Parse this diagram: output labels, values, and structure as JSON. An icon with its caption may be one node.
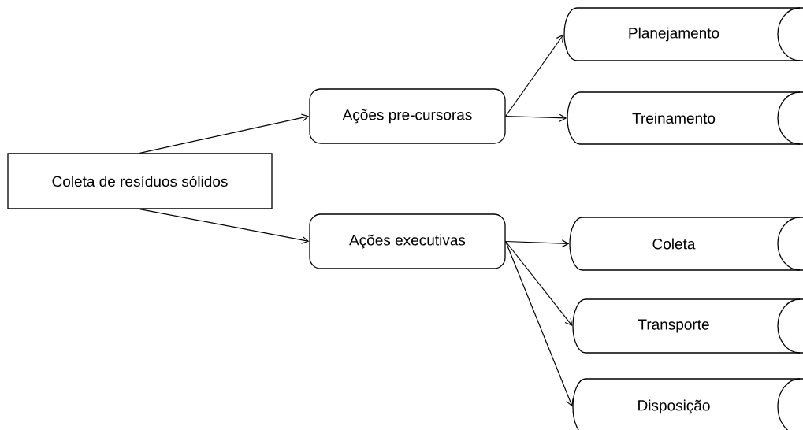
{
  "diagram": {
    "nodes": [
      {
        "text": [
          "Coleta de resíduos sólidos"
        ]
      },
      {
        "text": [
          "Ações pre-cursoras"
        ]
      },
      {
        "text": [
          "Ações executivas"
        ]
      },
      {
        "text": [
          "Planejamento"
        ]
      },
      {
        "text": [
          "Treinamento"
        ]
      },
      {
        "text": [
          "Coleta"
        ]
      },
      {
        "text": [
          "Transporte"
        ]
      },
      {
        "text": [
          "Disposição"
        ]
      }
    ],
    "edges": [
      {
        "from": 0,
        "to": 1,
        "arrow": "to"
      },
      {
        "from": 0,
        "to": 2,
        "arrow": "to"
      },
      {
        "from": 1,
        "to": 3,
        "arrow": "to"
      },
      {
        "from": 1,
        "to": 4,
        "arrow": "to"
      },
      {
        "from": 2,
        "to": 5,
        "arrow": "to"
      },
      {
        "from": 2,
        "to": 6,
        "arrow": "to"
      },
      {
        "from": 2,
        "to": 7,
        "arrow": "to"
      }
    ]
  }
}
